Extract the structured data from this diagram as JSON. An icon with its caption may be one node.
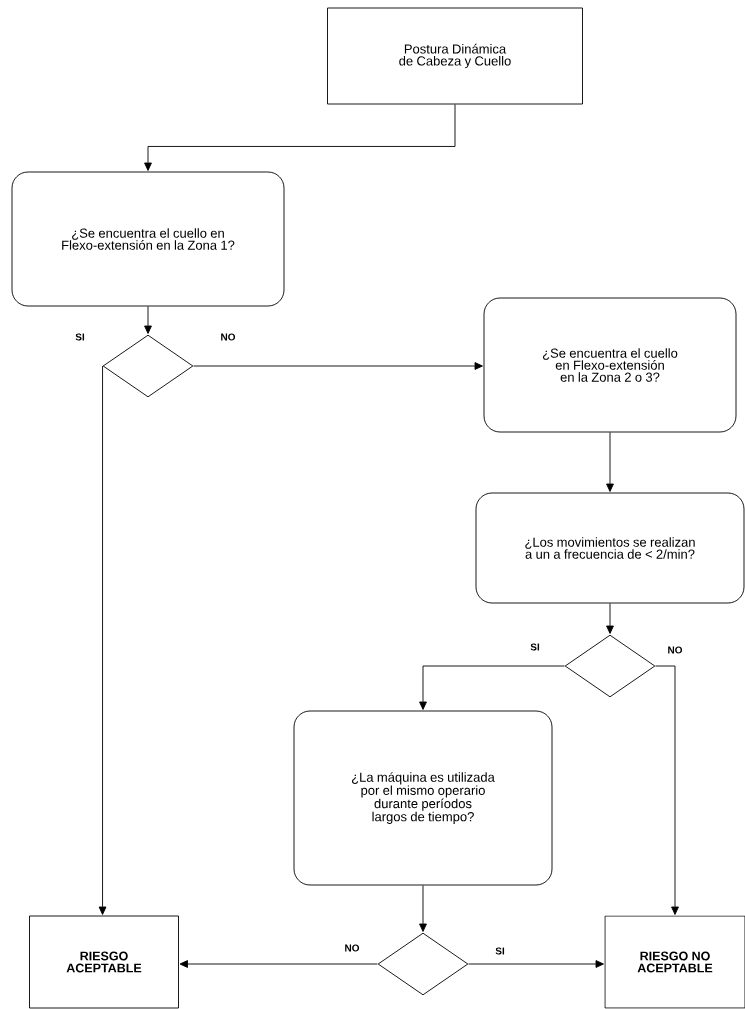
{
  "diagram": {
    "nodes": [
      {
        "text": [
          "Postura Dinámica de Cabeza y Cuello"
        ]
      },
      {
        "text": [
          "¿Se encuentra el cuello en Flexo-extensión en la Zona 1?"
        ]
      },
      {
        "text": [],
        "shape": "diamond"
      },
      {
        "text": [
          "¿Se encuentra el cuello en Flexo-extensión en la Zona 2 o 3?"
        ]
      },
      {
        "text": [
          "¿Los movimientos se realizan a un a frecuencia de < 2/min?"
        ]
      },
      {
        "text": [],
        "shape": "diamond"
      },
      {
        "text": [
          "¿La máquina es utilizada por el mismo operario durante períodos largos de tiempo?"
        ]
      },
      {
        "text": [],
        "shape": "diamond"
      },
      {
        "text": [
          "RIESGO ACEPTABLE"
        ]
      },
      {
        "text": [
          "RIESGO NO ACEPTABLE"
        ]
      }
    ],
    "edges": [
      {
        "from": 0,
        "to": 1,
        "arrow": "to"
      },
      {
        "from": 1,
        "to": 2,
        "arrow": "to"
      },
      {
        "from": 2,
        "to": 3,
        "arrow": "to",
        "label": "NO"
      },
      {
        "from": 2,
        "to": 8,
        "arrow": "to",
        "label": "SI"
      },
      {
        "from": 3,
        "to": 4,
        "arrow": "to"
      },
      {
        "from": 4,
        "to": 5,
        "arrow": "to"
      },
      {
        "from": 5,
        "to": 6,
        "arrow": "to",
        "label": "SI"
      },
      {
        "from": 5,
        "to": 9,
        "arrow": "to",
        "label": "NO"
      },
      {
        "from": 6,
        "to": 7,
        "arrow": "to"
      },
      {
        "from": 7,
        "to": 8,
        "arrow": "to",
        "label": "NO"
      },
      {
        "from": 7,
        "to": 9,
        "arrow": "to",
        "label": "SI"
      }
    ]
  }
}
